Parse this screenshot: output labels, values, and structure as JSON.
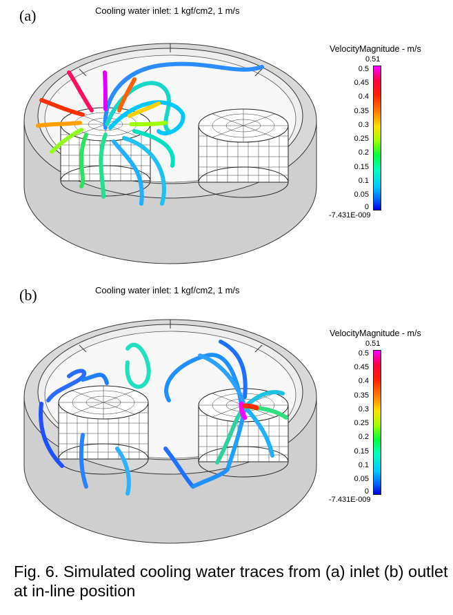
{
  "panels": [
    {
      "letter": "(a)",
      "title": "Cooling water inlet: 1 kgf/cm2, 1 m/s",
      "colorbar": {
        "title": "VelocityMagnitude - m/s",
        "max_label": "0.51",
        "min_label": "-7.431E-009",
        "ticks": [
          "0.5",
          "0.45",
          "0.4",
          "0.35",
          "0.3",
          "0.25",
          "0.2",
          "0.15",
          "0.1",
          "0.05",
          "0"
        ]
      }
    },
    {
      "letter": "(b)",
      "title": "Cooling water inlet: 1 kgf/cm2, 1 m/s",
      "colorbar": {
        "title": "VelocityMagnitude - m/s",
        "max_label": "0.51",
        "min_label": "-7.431E-009",
        "ticks": [
          "0.5",
          "0.45",
          "0.4",
          "0.35",
          "0.3",
          "0.25",
          "0.2",
          "0.15",
          "0.1",
          "0.05",
          "0"
        ]
      }
    }
  ],
  "caption": "Fig. 6. Simulated cooling water traces from (a) inlet (b) outlet at in-line position"
}
